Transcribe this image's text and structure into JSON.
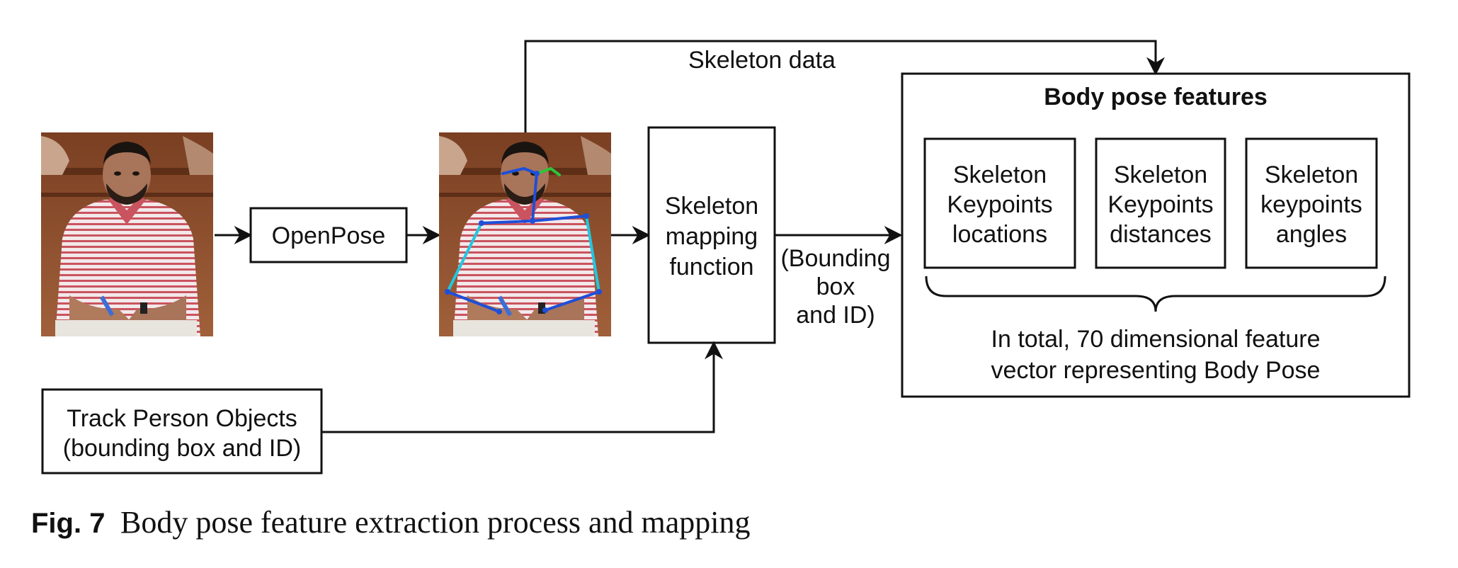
{
  "labels": {
    "skeleton_data": "Skeleton data",
    "openpose": "OpenPose",
    "mapping": [
      "Skeleton",
      "mapping",
      "function"
    ],
    "bbox_id": [
      "(Bounding",
      "box",
      "and ID)"
    ],
    "track": [
      "Track Person Objects",
      "(bounding box and ID)"
    ],
    "features_title": "Body pose features",
    "feature_boxes": [
      [
        "Skeleton",
        "Keypoints",
        "locations"
      ],
      [
        "Skeleton",
        "Keypoints",
        "distances"
      ],
      [
        "Skeleton",
        "keypoints",
        "angles"
      ]
    ],
    "total": [
      "In total, 70 dimensional feature",
      "vector representing Body Pose"
    ]
  },
  "caption": {
    "fig_label": "Fig. 7",
    "text": "Body pose feature extraction process and mapping"
  },
  "colors": {
    "skeleton_blue": "#1e4fd8",
    "skeleton_cyan": "#21c7e0",
    "skeleton_green": "#2fc43a",
    "shirt_red": "#c9545f",
    "background_wood": "#8a4b2c"
  },
  "icons": [
    "person-photo",
    "person-photo-with-skeleton"
  ]
}
